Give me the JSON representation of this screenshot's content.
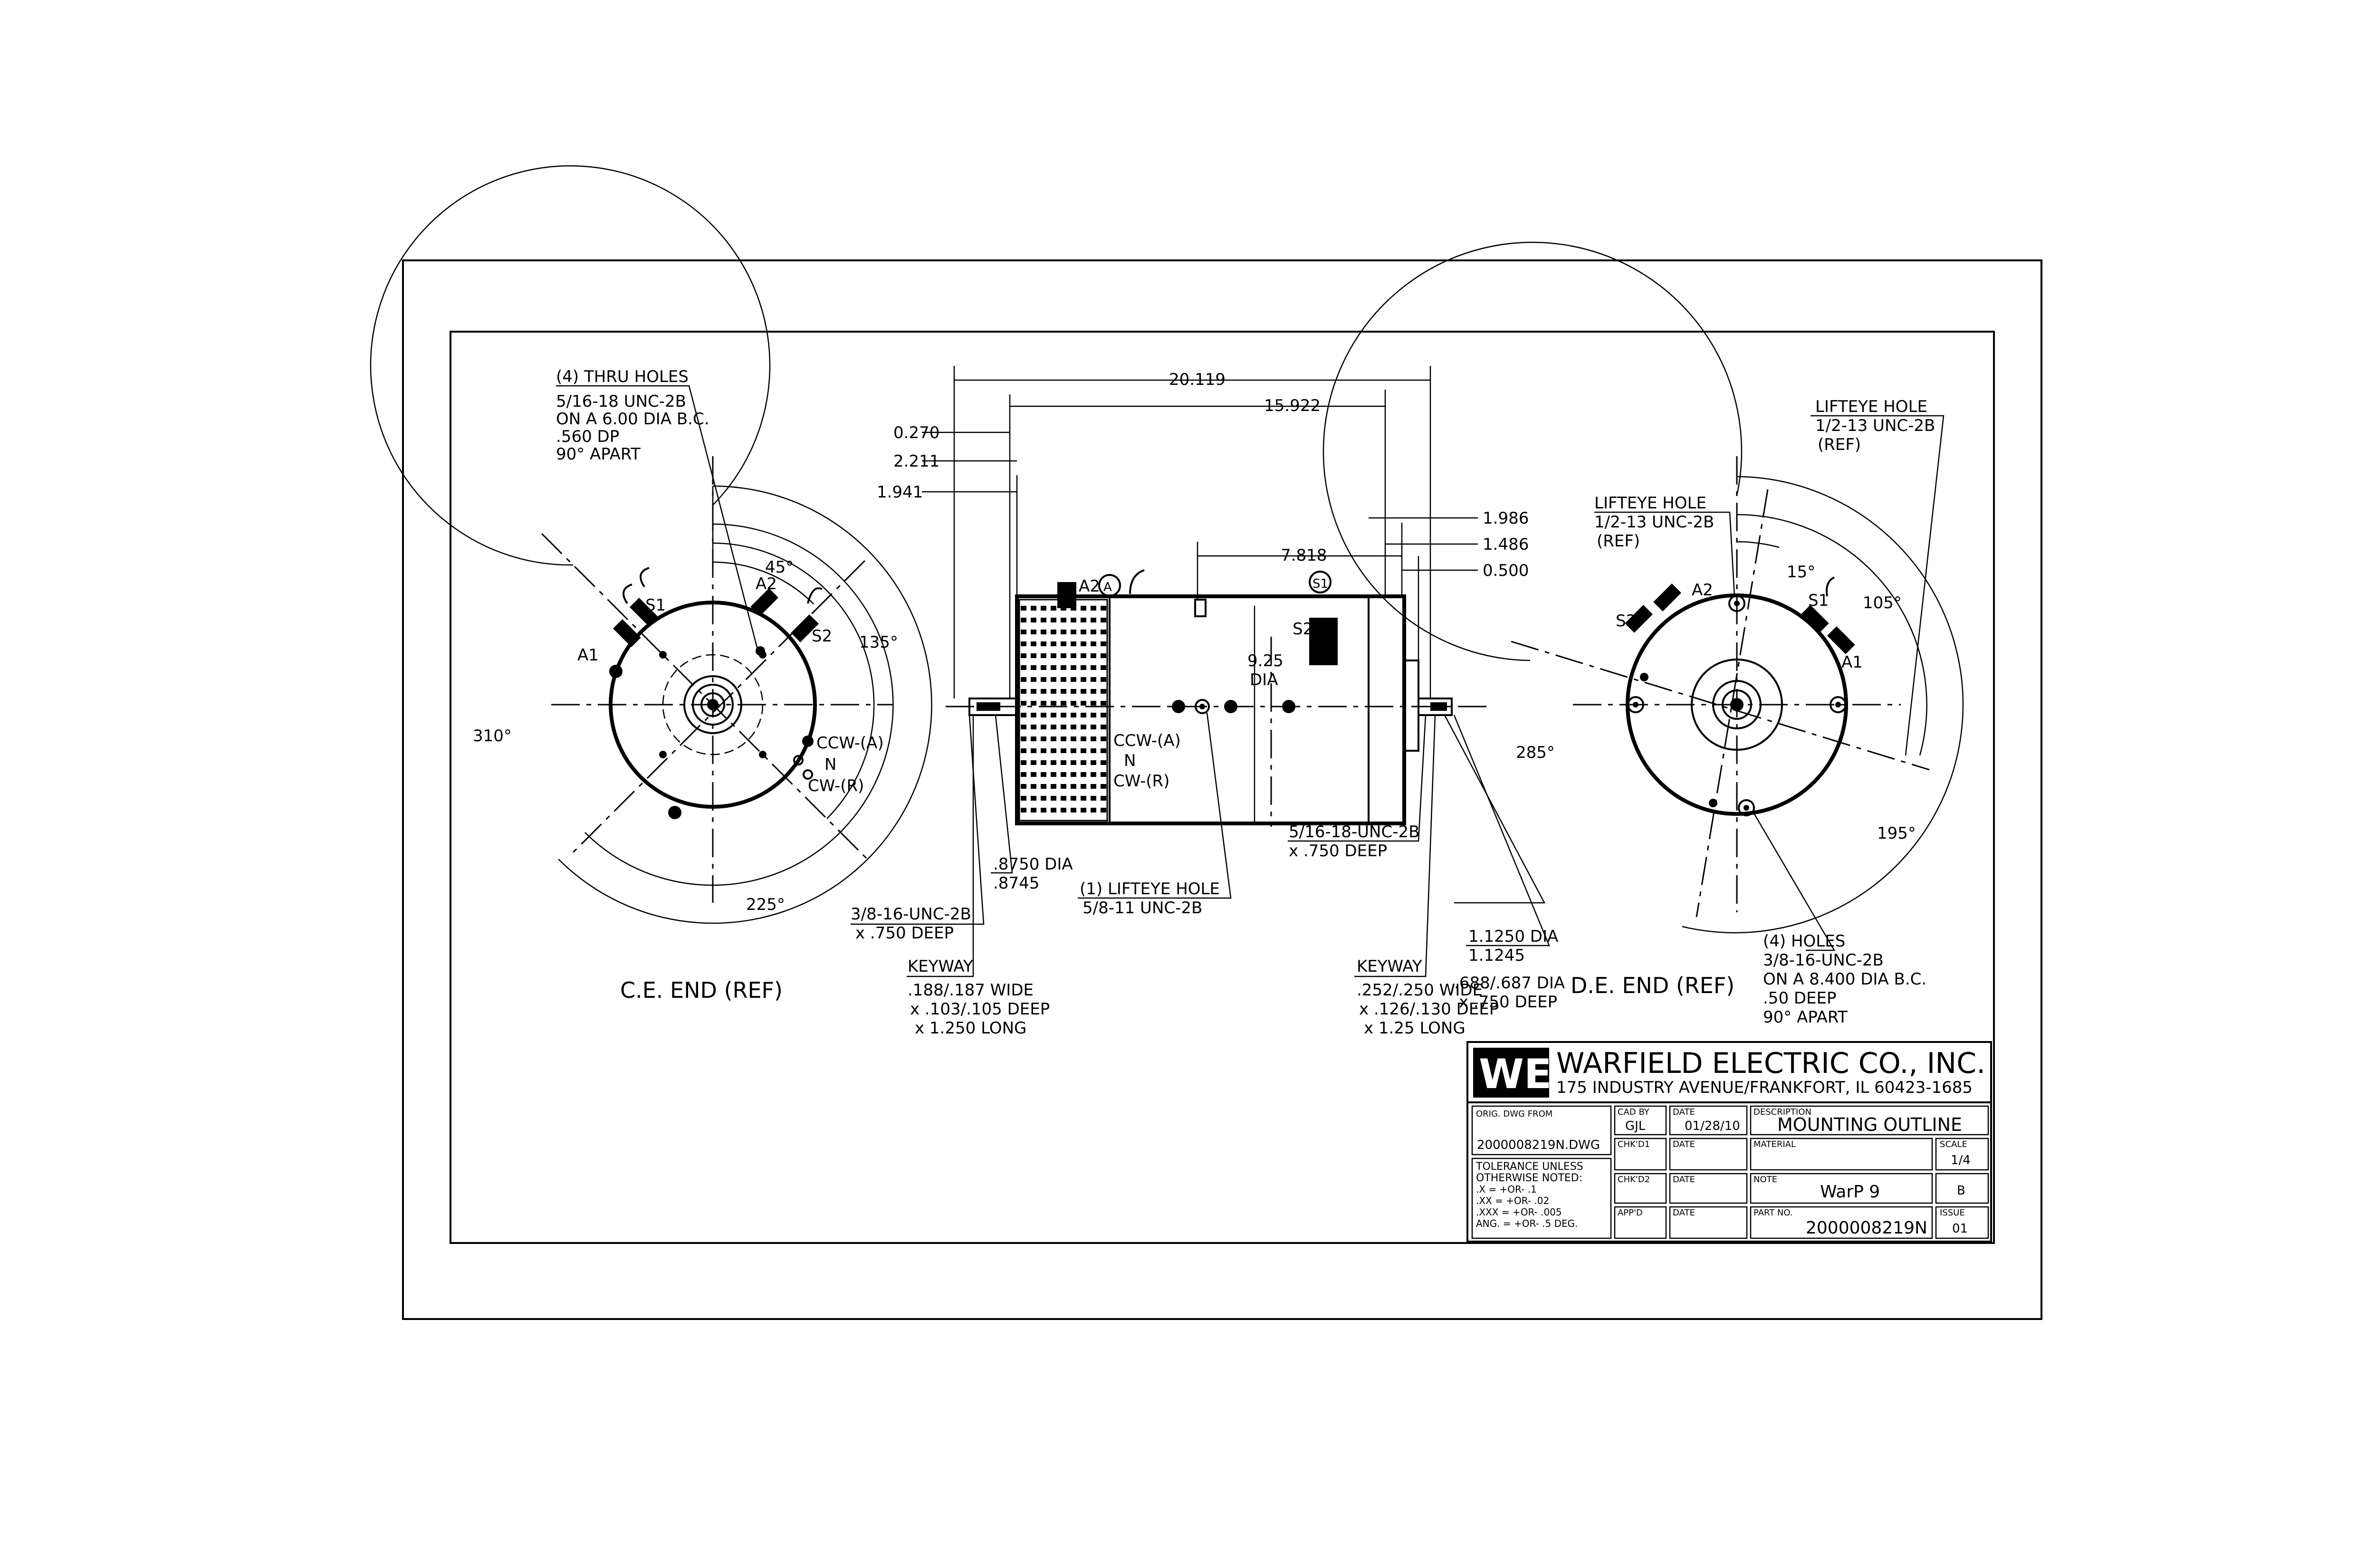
{
  "views": {
    "ce": {
      "title": "C.E. END (REF)",
      "thru_holes_title": "(4) THRU HOLES",
      "thru_holes_lines": [
        "5/16-18 UNC-2B",
        "ON A 6.00 DIA B.C.",
        ".560 DP",
        "90° APART"
      ],
      "angles": [
        "45°",
        "135°",
        "310°",
        "225°"
      ],
      "terminals": [
        "A2",
        "S1",
        "S2",
        "A1"
      ],
      "rotation": [
        "CCW-(A)",
        "N",
        "CW-(R)"
      ]
    },
    "side": {
      "overall_length": "20.119",
      "length_2": "15.922",
      "dim_a": "0.270",
      "dim_b": "2.211",
      "dim_c": "1.941",
      "dim_d": "7.818",
      "dim_e": "1.986",
      "dim_f": "1.486",
      "dim_g": "0.500",
      "body_dia_value": "9.25",
      "body_dia_unit": "DIA",
      "terminal_labels": [
        "A2",
        "A",
        "S1",
        "S2"
      ],
      "rotation": [
        "CCW-(A)",
        "N",
        "CW-(R)"
      ],
      "ce_shaft_dia": [
        ".8750 DIA",
        ".8745"
      ],
      "lifteye_hole": [
        "(1) LIFTEYE HOLE",
        "5/8-11 UNC-2B"
      ],
      "ce_tapped": [
        "3/8-16-UNC-2B",
        "x .750 DEEP"
      ],
      "ce_keyway": [
        "KEYWAY",
        ".188/.187 WIDE",
        "x .103/.105 DEEP",
        "x 1.250 LONG"
      ],
      "de_tapped": [
        "5/16-18-UNC-2B",
        "x .750 DEEP"
      ],
      "de_shaft_dia": [
        "1.1250 DIA",
        "1.1245"
      ],
      "de_pilot": [
        ".688/.687 DIA",
        "x .750 DEEP"
      ],
      "de_keyway": [
        "KEYWAY",
        ".252/.250 WIDE",
        "x .126/.130 DEEP",
        "x 1.25 LONG"
      ]
    },
    "de": {
      "title": "D.E. END (REF)",
      "lifteye_1": [
        "LIFTEYE HOLE",
        "1/2-13 UNC-2B",
        "(REF)"
      ],
      "lifteye_2": [
        "LIFTEYE HOLE",
        "1/2-13 UNC-2B",
        "(REF)"
      ],
      "angles": [
        "15°",
        "105°",
        "285°",
        "195°"
      ],
      "terminals": [
        "A2",
        "S2",
        "S1",
        "A1"
      ],
      "holes_title": "(4) HOLES",
      "holes_lines": [
        "3/8-16-UNC-2B",
        "ON A 8.400 DIA B.C.",
        ".50 DEEP",
        "90° APART"
      ]
    }
  },
  "title_block": {
    "logo_text": "WE",
    "company": "WARFIELD ELECTRIC CO., INC.",
    "address": "175 INDUSTRY AVENUE/FRANKFORT, IL 60423-1685",
    "orig_dwg_label": "ORIG. DWG FROM",
    "orig_dwg_value": "2000008219N.DWG",
    "tolerance": [
      "TOLERANCE UNLESS",
      "OTHERWISE NOTED:",
      ".X     = +OR- .1",
      ".XX    = +OR- .02",
      ".XXX  = +OR- .005",
      "ANG. = +OR- .5 DEG."
    ],
    "cad_by_label": "CAD BY",
    "cad_by_value": "GJL",
    "date_label": "DATE",
    "date_value": "01/28/10",
    "description_label": "DESCRIPTION",
    "description_value": "MOUNTING OUTLINE",
    "chk1_label": "CHK'D1",
    "chk2_label": "CHK'D2",
    "appd_label": "APP'D",
    "material_label": "MATERIAL",
    "note_label": "NOTE",
    "note_value": "WarP 9",
    "part_no_label": "PART NO.",
    "part_no_value": "2000008219N",
    "scale_label": "SCALE",
    "scale_value": "1/4",
    "size_value": "B",
    "issue_label": "ISSUE",
    "issue_value": "01"
  }
}
